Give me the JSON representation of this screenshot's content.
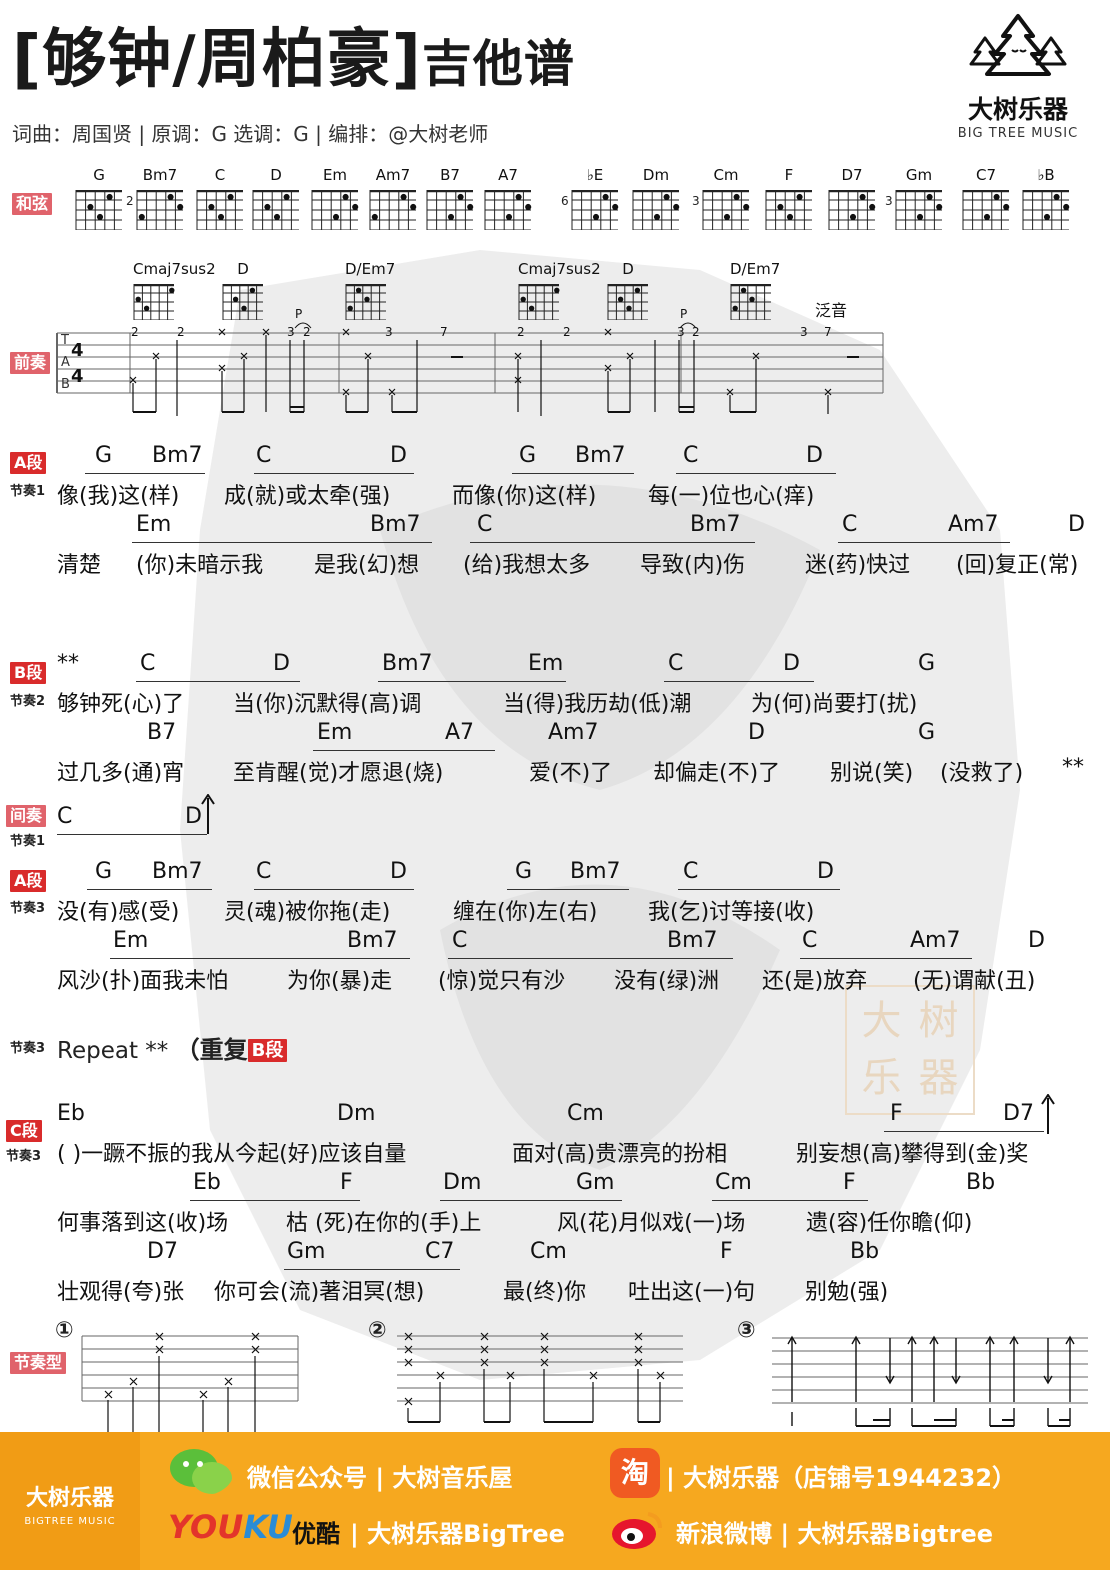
{
  "header": {
    "title_song": "[够钟/周柏豪]",
    "title_suffix": "吉他谱",
    "meta": "词曲：周国贤 | 原调：G 选调：G | 编排：@大树老师"
  },
  "logo": {
    "brand": "大树乐器",
    "brand_en": "BIG TREE MUSIC"
  },
  "watermark": {
    "stamp": [
      "大",
      "树",
      "乐",
      "器"
    ]
  },
  "chord_chart": {
    "label": "和弦",
    "chords": [
      {
        "name": "G",
        "fret": ""
      },
      {
        "name": "Bm7",
        "fret": "2"
      },
      {
        "name": "C",
        "fret": ""
      },
      {
        "name": "D",
        "fret": ""
      },
      {
        "name": "Em",
        "fret": ""
      },
      {
        "name": "Am7",
        "fret": ""
      },
      {
        "name": "B7",
        "fret": ""
      },
      {
        "name": "A7",
        "fret": ""
      },
      {
        "name": "♭E",
        "fret": "6"
      },
      {
        "name": "Dm",
        "fret": ""
      },
      {
        "name": "Cm",
        "fret": "3"
      },
      {
        "name": "F",
        "fret": ""
      },
      {
        "name": "D7",
        "fret": ""
      },
      {
        "name": "Gm",
        "fret": "3"
      },
      {
        "name": "C7",
        "fret": ""
      },
      {
        "name": "♭B",
        "fret": ""
      }
    ]
  },
  "intro": {
    "label": "前奏",
    "time_sig": [
      "4",
      "4"
    ],
    "tab_letters": [
      "T",
      "A",
      "B"
    ],
    "chords": [
      "Cmaj7sus2",
      "D",
      "D/Em7",
      "Cmaj7sus2",
      "D",
      "D/Em7"
    ],
    "harmonic": "泛音",
    "p_marks": [
      "P",
      "P"
    ],
    "numbers": [
      "2",
      "2",
      "3",
      "2",
      "3",
      "7",
      "2",
      "2",
      "3",
      "2",
      "3",
      "7"
    ]
  },
  "sections": {
    "a1": {
      "label": "A段",
      "rhythm": "节奏1",
      "line1_chords": [
        "G",
        "Bm7",
        "C",
        "D",
        "G",
        "Bm7",
        "C",
        "D"
      ],
      "line1_lyrics": [
        "像(我)这(样)",
        "成(就)或太牵(强)",
        "而像(你)这(样)",
        "每(一)位也心(痒)"
      ],
      "line2_chords": [
        "Em",
        "Bm7",
        "C",
        "Bm7",
        "C",
        "Am7",
        "D"
      ],
      "line2_lyrics": [
        "清楚",
        "(你)未暗示我",
        "是我(幻)想",
        "(给)我想太多",
        "导致(内)伤",
        "迷(药)快过",
        "(回)复正(常)"
      ]
    },
    "b": {
      "label": "B段",
      "rhythm": "节奏2",
      "marker_start": "**",
      "line1_chords": [
        "C",
        "D",
        "Bm7",
        "Em",
        "C",
        "D",
        "G"
      ],
      "line1_lyrics": [
        "够钟死(心)了",
        "当(你)沉默得(高)调",
        "当(得)我历劫(低)潮",
        "为(何)尚要打(扰)"
      ],
      "line2_chords": [
        "B7",
        "Em",
        "A7",
        "Am7",
        "D",
        "G"
      ],
      "line2_lyrics": [
        "过几多(通)宵",
        "至肯醒(觉)才愿退(烧)",
        "爱(不)了",
        "却偏走(不)了",
        "别说(笑)",
        "(没救了)",
        "**"
      ]
    },
    "interlude": {
      "label": "间奏",
      "rhythm": "节奏1",
      "chords": [
        "C",
        "D"
      ]
    },
    "a2": {
      "label": "A段",
      "rhythm": "节奏3",
      "line1_chords": [
        "G",
        "Bm7",
        "C",
        "D",
        "G",
        "Bm7",
        "C",
        "D"
      ],
      "line1_lyrics": [
        "没(有)感(受)",
        "灵(魂)被你拖(走)",
        "缠在(你)左(右)",
        "我(乞)讨等接(收)"
      ],
      "line2_chords": [
        "Em",
        "Bm7",
        "C",
        "Bm7",
        "C",
        "Am7",
        "D"
      ],
      "line2_lyrics": [
        "风沙(扑)面我未怕",
        "为你(暴)走",
        "(惊)觉只有沙",
        "没有(绿)洲",
        "还(是)放弃",
        "(无)谓献(丑)"
      ]
    },
    "repeat": {
      "rhythm": "节奏3",
      "text": "Repeat **",
      "paren": "（重复",
      "tag": "B段"
    },
    "c": {
      "label": "C段",
      "rhythm": "节奏3",
      "line1_chords": [
        "Eb",
        "Dm",
        "Cm",
        "F",
        "D7"
      ],
      "line1_lyrics": [
        "(  )一蹶不振的我从今起(好)应该自量",
        "面对(高)贵漂亮的扮相",
        "别妄想(高)攀得到(金)奖"
      ],
      "line2_chords": [
        "Eb",
        "F",
        "Dm",
        "Gm",
        "Cm",
        "F",
        "Bb"
      ],
      "line2_lyrics": [
        "何事落到这(收)场",
        "枯 (死)在你的(手)上",
        "风(花)月似戏(一)场",
        "遗(容)任你瞻(仰)"
      ],
      "line3_chords": [
        "D7",
        "Gm",
        "C7",
        "Cm",
        "F",
        "Bb"
      ],
      "line3_lyrics": [
        "壮观得(夸)张",
        "你可会(流)著泪冥(想)",
        "最(终)你",
        "吐出这(一)句",
        "别勉(强)"
      ]
    }
  },
  "rhythm_patterns": {
    "label": "节奏型",
    "items": [
      "①",
      "②",
      "③"
    ]
  },
  "footer": {
    "brand": "大树乐器",
    "brand_en": "BIGTREE MUSIC",
    "wechat": "微信公众号 | 大树音乐屋",
    "taobao_icon": "淘",
    "taobao": "| 大树乐器（店铺号1944232）",
    "youku_logo_a": "YOU",
    "youku_logo_b": "KU",
    "youku_cn": "优酷",
    "youku": "| 大树乐器BigTree",
    "weibo": "新浪微博 | 大树乐器Bigtree"
  },
  "colors": {
    "accent_red": "#d92b2b",
    "footer_orange": "#f6a81f",
    "watermark": "#e9e9e9"
  }
}
